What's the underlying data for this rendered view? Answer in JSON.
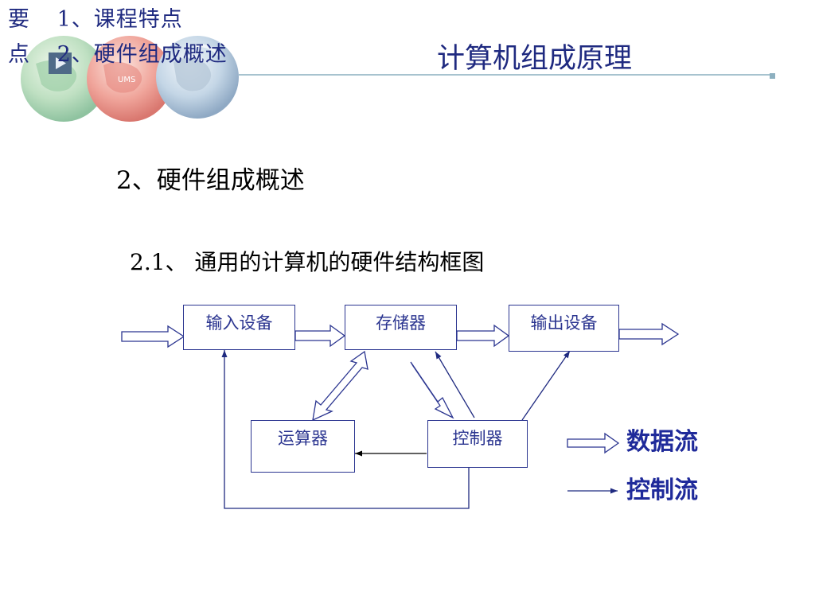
{
  "nav": {
    "row1_left": "要",
    "row1_item": "1、课程特点",
    "row2_left": "点",
    "row2_item": "2、硬件组成概述"
  },
  "header": {
    "title": "计算机组成原理",
    "globe_text": "UMS"
  },
  "content": {
    "section_heading": "2、硬件组成概述",
    "subsection_heading": "2.1、 通用的计算机的硬件结构框图"
  },
  "diagram": {
    "nodes": {
      "input": "输入设备",
      "memory": "存储器",
      "output": "输出设备",
      "alu": "运算器",
      "controller": "控制器"
    },
    "legend": {
      "data_flow": "数据流",
      "control_flow": "控制流"
    }
  },
  "colors": {
    "nav_text": "#1f2a80",
    "box_border": "#2b3590",
    "legend_text": "#1f2a9a",
    "rule": "#a7c3cf"
  }
}
